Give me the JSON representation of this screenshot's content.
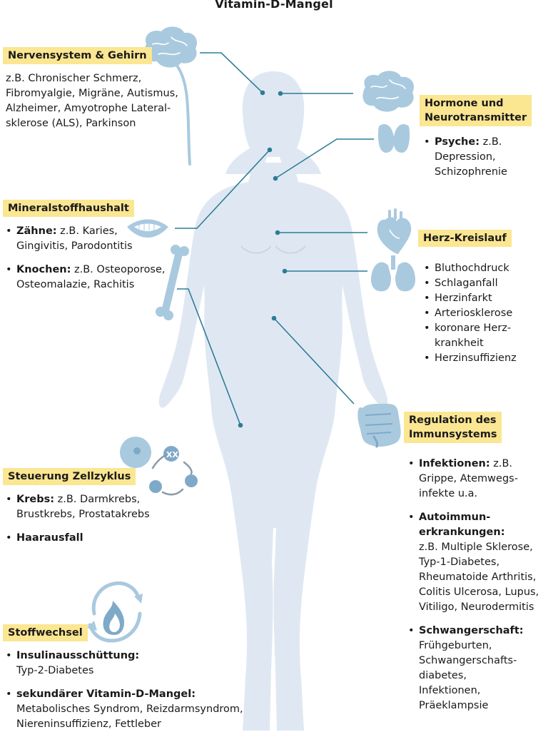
{
  "title": "Vitamin-D-Mangel",
  "colors": {
    "body": "#dfe8f2",
    "icon": "#a9c9df",
    "icon_dark": "#7fa9c9",
    "line": "#2e7c97",
    "label_bg": "#fbe692"
  },
  "nervous": {
    "label": "Nervensystem & Gehirn",
    "lines": [
      "z.B. Chronischer Schmerz,",
      "Fibromyalgie, Migräne, Autismus,",
      "Alzheimer, Amyotrophe Lateral-",
      "sklerose (ALS), Parkinson"
    ]
  },
  "hormone": {
    "label_lines": [
      "Hormone und",
      "Neurotransmitter"
    ],
    "item_bold": "Psyche:",
    "item_rest": " z.B.",
    "item_lines": [
      "Depression,",
      "Schizophrenie"
    ]
  },
  "mineral": {
    "label": "Mineralstoffhaushalt",
    "teeth_bold": "Zähne:",
    "teeth_rest": " z.B. Karies,",
    "teeth_line2": "Gingivitis, Parodontitis",
    "bones_bold": "Knochen:",
    "bones_rest": " z.B. Osteoporose,",
    "bones_line2": "Osteomalazie, Rachitis"
  },
  "heart": {
    "label": "Herz-Kreislauf",
    "items": [
      "Bluthochdruck",
      "Schlaganfall",
      "Herzinfarkt",
      "Arteriosklerose",
      "koronare Herz-",
      "Herzinsuffizienz"
    ],
    "item5_line2": "krankheit"
  },
  "immune": {
    "label_lines": [
      "Regulation des",
      "Immunsystems"
    ],
    "infections_bold": "Infektionen:",
    "infections_rest": " z.B.",
    "infections_lines": [
      "Grippe, Atemwegs-",
      "infekte u.a."
    ],
    "autoimmune_bold_lines": [
      "Autoimmun-",
      "erkrankungen:"
    ],
    "autoimmune_lines": [
      "z.B. Multiple Sklerose,",
      "Typ-1-Diabetes,",
      "Rheumatoide Arthritis,",
      "Colitis Ulcerosa, Lupus,",
      "Vitiligo, Neurodermitis"
    ],
    "pregnancy_bold": "Schwangerschaft:",
    "pregnancy_lines": [
      "Frühgeburten,",
      "Schwangerschafts-",
      "diabetes,",
      "Infektionen,",
      "Präeklampsie"
    ]
  },
  "cellcycle": {
    "label": "Steuerung Zellzyklus",
    "cancer_bold": "Krebs:",
    "cancer_rest": " z.B. Darmkrebs,",
    "cancer_line2": "Brustkrebs, Prostatakrebs",
    "hair_bold": "Haarausfall"
  },
  "metabolism": {
    "label": "Stoffwechsel",
    "insulin_bold": "Insulinausschüttung:",
    "insulin_line2": "Typ-2-Diabetes",
    "secondary_bold": "sekundärer Vitamin-D-Mangel:",
    "secondary_lines": [
      "Metabolisches Syndrom, Reizdarmsyndrom,",
      "Niereninsuffizienz, Fettleber"
    ]
  }
}
